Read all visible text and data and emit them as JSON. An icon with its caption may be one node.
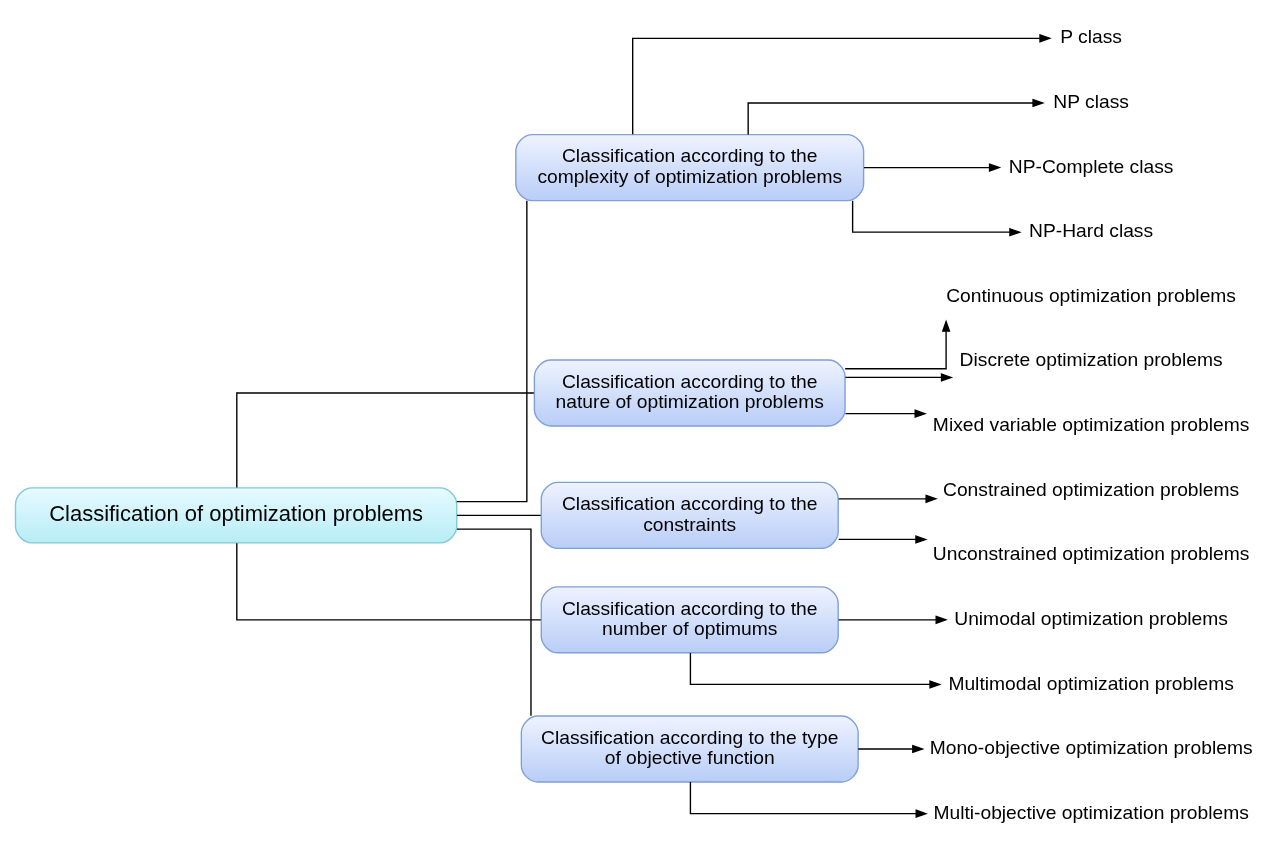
{
  "diagram": {
    "nodes": [
      {
        "text": [
          "Classification of optimization problems"
        ]
      },
      {
        "text": [
          "Classification according to the complexity of optimization problems"
        ]
      },
      {
        "text": [
          "P class"
        ]
      },
      {
        "text": [
          "NP class"
        ]
      },
      {
        "text": [
          "NP-Complete class"
        ]
      },
      {
        "text": [
          "NP-Hard class"
        ]
      },
      {
        "text": [
          "Classification according to the nature of optimization problems"
        ]
      },
      {
        "text": [
          "Continuous optimization problems"
        ]
      },
      {
        "text": [
          "Discrete optimization problems"
        ]
      },
      {
        "text": [
          "Mixed variable optimization problems"
        ]
      },
      {
        "text": [
          "Classification according to the constraints"
        ]
      },
      {
        "text": [
          "Constrained optimization problems"
        ]
      },
      {
        "text": [
          "Unconstrained optimization problems"
        ]
      },
      {
        "text": [
          "Classification according to the number of optimums"
        ]
      },
      {
        "text": [
          "Unimodal optimization problems"
        ]
      },
      {
        "text": [
          "Multimodal optimization problems"
        ]
      },
      {
        "text": [
          "Classification according to the type of objective function"
        ]
      },
      {
        "text": [
          "Mono-objective optimization problems"
        ]
      },
      {
        "text": [
          "Multi-objective optimization problems"
        ]
      }
    ],
    "edges": [
      {
        "from": 0,
        "to": 1,
        "arrow": "none"
      },
      {
        "from": 0,
        "to": 6,
        "arrow": "none"
      },
      {
        "from": 0,
        "to": 10,
        "arrow": "none"
      },
      {
        "from": 0,
        "to": 13,
        "arrow": "none"
      },
      {
        "from": 0,
        "to": 16,
        "arrow": "none"
      },
      {
        "from": 1,
        "to": 2,
        "arrow": "to"
      },
      {
        "from": 1,
        "to": 3,
        "arrow": "to"
      },
      {
        "from": 1,
        "to": 4,
        "arrow": "to"
      },
      {
        "from": 1,
        "to": 5,
        "arrow": "to"
      },
      {
        "from": 6,
        "to": 7,
        "arrow": "to"
      },
      {
        "from": 6,
        "to": 8,
        "arrow": "to"
      },
      {
        "from": 6,
        "to": 9,
        "arrow": "to"
      },
      {
        "from": 10,
        "to": 11,
        "arrow": "to"
      },
      {
        "from": 10,
        "to": 12,
        "arrow": "to"
      },
      {
        "from": 13,
        "to": 14,
        "arrow": "to"
      },
      {
        "from": 13,
        "to": 15,
        "arrow": "to"
      },
      {
        "from": 16,
        "to": 17,
        "arrow": "to"
      },
      {
        "from": 16,
        "to": 18,
        "arrow": "to"
      }
    ]
  }
}
